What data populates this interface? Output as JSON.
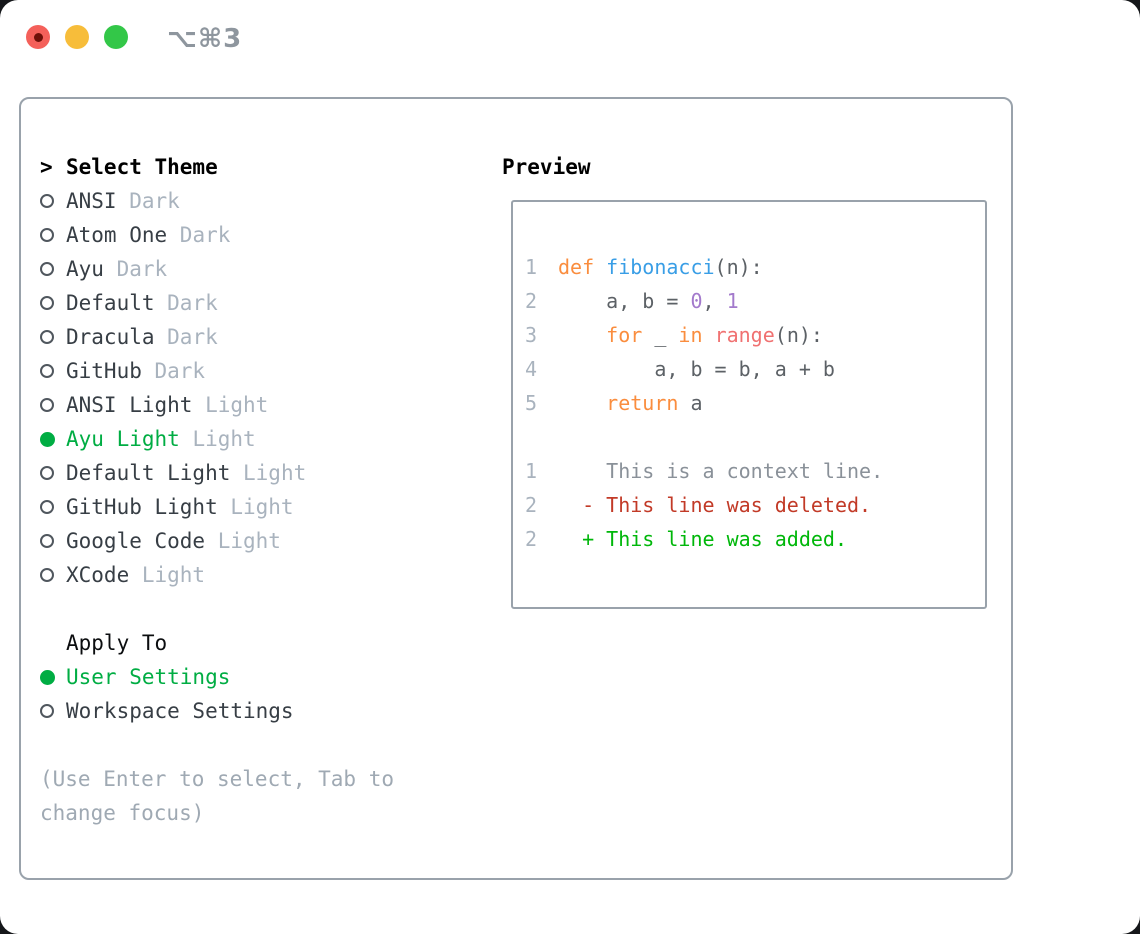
{
  "window": {
    "title_shortcut": "⌥⌘3"
  },
  "accent_colors": {
    "selection_green": "#00ad43",
    "diff_added_green": "#00b70a",
    "diff_deleted_red": "#c23a27",
    "keyword_orange": "#fa8d3e",
    "function_blue": "#399ee6",
    "range_coral": "#f07171",
    "number_purple": "#a37acc",
    "panel_border_gray": "#99a2ab",
    "muted_gray": "#a9b3be",
    "close_red": "#f4605a",
    "minimize_yellow": "#f7bd3a",
    "zoom_green": "#33c748"
  },
  "theme_picker": {
    "header_marker": ">",
    "header": "Select Theme",
    "themes": [
      {
        "name": "ANSI",
        "variant": "Dark",
        "selected": false
      },
      {
        "name": "Atom One",
        "variant": "Dark",
        "selected": false
      },
      {
        "name": "Ayu",
        "variant": "Dark",
        "selected": false
      },
      {
        "name": "Default",
        "variant": "Dark",
        "selected": false
      },
      {
        "name": "Dracula",
        "variant": "Dark",
        "selected": false
      },
      {
        "name": "GitHub",
        "variant": "Dark",
        "selected": false
      },
      {
        "name": "ANSI Light",
        "variant": "Light",
        "selected": false
      },
      {
        "name": "Ayu Light",
        "variant": "Light",
        "selected": true
      },
      {
        "name": "Default Light",
        "variant": "Light",
        "selected": false
      },
      {
        "name": "GitHub Light",
        "variant": "Light",
        "selected": false
      },
      {
        "name": "Google Code",
        "variant": "Light",
        "selected": false
      },
      {
        "name": "XCode",
        "variant": "Light",
        "selected": false
      }
    ],
    "apply_to": {
      "header": "Apply To",
      "options": [
        {
          "label": "User Settings",
          "selected": true
        },
        {
          "label": "Workspace Settings",
          "selected": false
        }
      ]
    },
    "hint": "(Use Enter to select, Tab to change focus)"
  },
  "preview": {
    "header": "Preview",
    "code_lines": [
      {
        "num": "1",
        "tokens": [
          [
            "def",
            "kw"
          ],
          [
            " ",
            "plain"
          ],
          [
            "fibonacci",
            "fn"
          ],
          [
            "(n):",
            "plain"
          ]
        ]
      },
      {
        "num": "2",
        "tokens": [
          [
            "    a, b = ",
            "plain"
          ],
          [
            "0",
            "num"
          ],
          [
            ", ",
            "plain"
          ],
          [
            "1",
            "num"
          ]
        ]
      },
      {
        "num": "3",
        "tokens": [
          [
            "    ",
            "plain"
          ],
          [
            "for",
            "kw"
          ],
          [
            " _ ",
            "plain"
          ],
          [
            "in",
            "kw"
          ],
          [
            " ",
            "plain"
          ],
          [
            "range",
            "rng"
          ],
          [
            "(n):",
            "plain"
          ]
        ]
      },
      {
        "num": "4",
        "tokens": [
          [
            "        a, b = b, a + b",
            "plain"
          ]
        ]
      },
      {
        "num": "5",
        "tokens": [
          [
            "    ",
            "plain"
          ],
          [
            "return",
            "kw"
          ],
          [
            " a",
            "plain"
          ]
        ]
      },
      {
        "num": "",
        "tokens": []
      },
      {
        "num": "1",
        "tokens": [
          [
            "    This is a context line.",
            "ctx"
          ]
        ]
      },
      {
        "num": "2",
        "tokens": [
          [
            "  - This line was deleted.",
            "del"
          ]
        ]
      },
      {
        "num": "2",
        "tokens": [
          [
            "  + This line was added.",
            "add"
          ]
        ]
      }
    ]
  }
}
